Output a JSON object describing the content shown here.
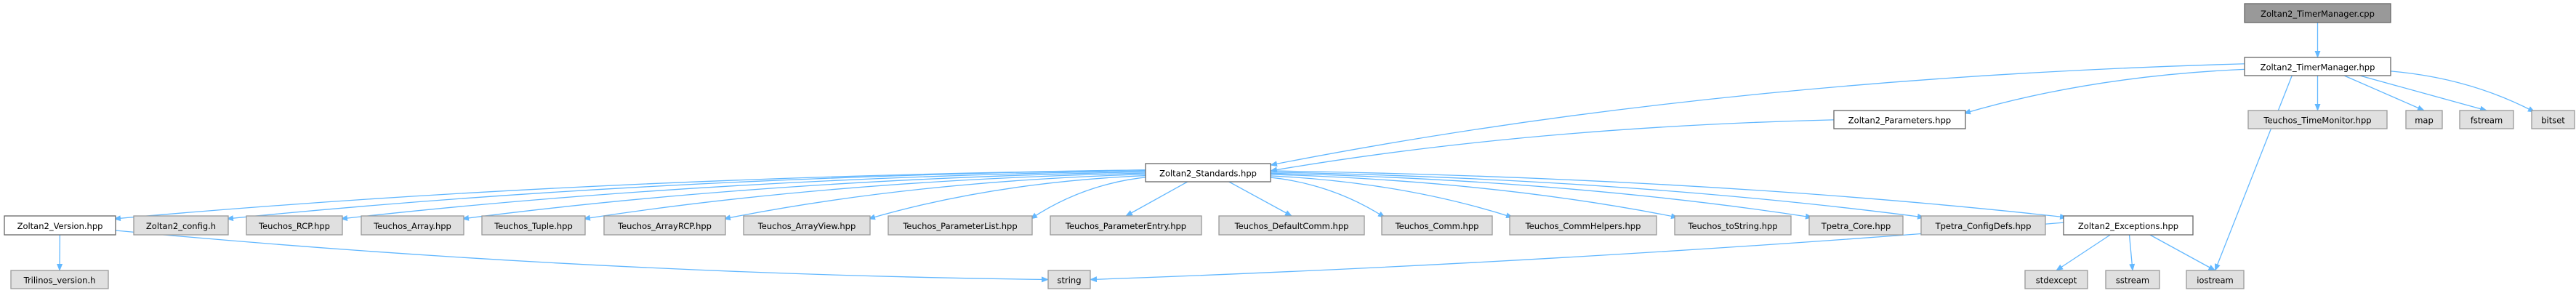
{
  "colors": {
    "edge": "#63b8ff",
    "root_fill": "#999999",
    "documented_fill": "#ffffff",
    "external_fill": "#e0e0e0",
    "border_dark": "#666666",
    "border_light": "#999999"
  },
  "nodes": {
    "cpp": {
      "label": "Zoltan2_TimerManager.cpp",
      "kind": "root"
    },
    "timer_hpp": {
      "label": "Zoltan2_TimerManager.hpp",
      "kind": "documented"
    },
    "parameters": {
      "label": "Zoltan2_Parameters.hpp",
      "kind": "documented"
    },
    "time_monitor": {
      "label": "Teuchos_TimeMonitor.hpp",
      "kind": "external"
    },
    "map": {
      "label": "map",
      "kind": "external"
    },
    "fstream": {
      "label": "fstream",
      "kind": "external"
    },
    "bitset": {
      "label": "bitset",
      "kind": "external"
    },
    "standards": {
      "label": "Zoltan2_Standards.hpp",
      "kind": "documented"
    },
    "version": {
      "label": "Zoltan2_Version.hpp",
      "kind": "documented"
    },
    "config": {
      "label": "Zoltan2_config.h",
      "kind": "external"
    },
    "rcp": {
      "label": "Teuchos_RCP.hpp",
      "kind": "external"
    },
    "array": {
      "label": "Teuchos_Array.hpp",
      "kind": "external"
    },
    "tuple": {
      "label": "Teuchos_Tuple.hpp",
      "kind": "external"
    },
    "arrayrcp": {
      "label": "Teuchos_ArrayRCP.hpp",
      "kind": "external"
    },
    "arrayview": {
      "label": "Teuchos_ArrayView.hpp",
      "kind": "external"
    },
    "paramlist": {
      "label": "Teuchos_ParameterList.hpp",
      "kind": "external"
    },
    "paramentry": {
      "label": "Teuchos_ParameterEntry.hpp",
      "kind": "external"
    },
    "defaultcomm": {
      "label": "Teuchos_DefaultComm.hpp",
      "kind": "external"
    },
    "comm": {
      "label": "Teuchos_Comm.hpp",
      "kind": "external"
    },
    "commhelpers": {
      "label": "Teuchos_CommHelpers.hpp",
      "kind": "external"
    },
    "tostring": {
      "label": "Teuchos_toString.hpp",
      "kind": "external"
    },
    "tpetra_core": {
      "label": "Tpetra_Core.hpp",
      "kind": "external"
    },
    "tpetra_config": {
      "label": "Tpetra_ConfigDefs.hpp",
      "kind": "external"
    },
    "exceptions": {
      "label": "Zoltan2_Exceptions.hpp",
      "kind": "documented"
    },
    "trilinos_version": {
      "label": "Trilinos_version.h",
      "kind": "external"
    },
    "string": {
      "label": "string",
      "kind": "external"
    },
    "stdexcept": {
      "label": "stdexcept",
      "kind": "external"
    },
    "sstream": {
      "label": "sstream",
      "kind": "external"
    },
    "iostream": {
      "label": "iostream",
      "kind": "external"
    }
  },
  "edges": [
    [
      "cpp",
      "timer_hpp"
    ],
    [
      "timer_hpp",
      "standards"
    ],
    [
      "timer_hpp",
      "parameters"
    ],
    [
      "timer_hpp",
      "iostream"
    ],
    [
      "timer_hpp",
      "time_monitor"
    ],
    [
      "timer_hpp",
      "map"
    ],
    [
      "timer_hpp",
      "fstream"
    ],
    [
      "timer_hpp",
      "bitset"
    ],
    [
      "parameters",
      "standards"
    ],
    [
      "standards",
      "version"
    ],
    [
      "standards",
      "config"
    ],
    [
      "standards",
      "rcp"
    ],
    [
      "standards",
      "array"
    ],
    [
      "standards",
      "tuple"
    ],
    [
      "standards",
      "arrayrcp"
    ],
    [
      "standards",
      "arrayview"
    ],
    [
      "standards",
      "paramlist"
    ],
    [
      "standards",
      "paramentry"
    ],
    [
      "standards",
      "defaultcomm"
    ],
    [
      "standards",
      "comm"
    ],
    [
      "standards",
      "commhelpers"
    ],
    [
      "standards",
      "tostring"
    ],
    [
      "standards",
      "tpetra_core"
    ],
    [
      "standards",
      "tpetra_config"
    ],
    [
      "standards",
      "exceptions"
    ],
    [
      "version",
      "trilinos_version"
    ],
    [
      "version",
      "string"
    ],
    [
      "exceptions",
      "string"
    ],
    [
      "exceptions",
      "stdexcept"
    ],
    [
      "exceptions",
      "sstream"
    ],
    [
      "exceptions",
      "iostream"
    ]
  ]
}
